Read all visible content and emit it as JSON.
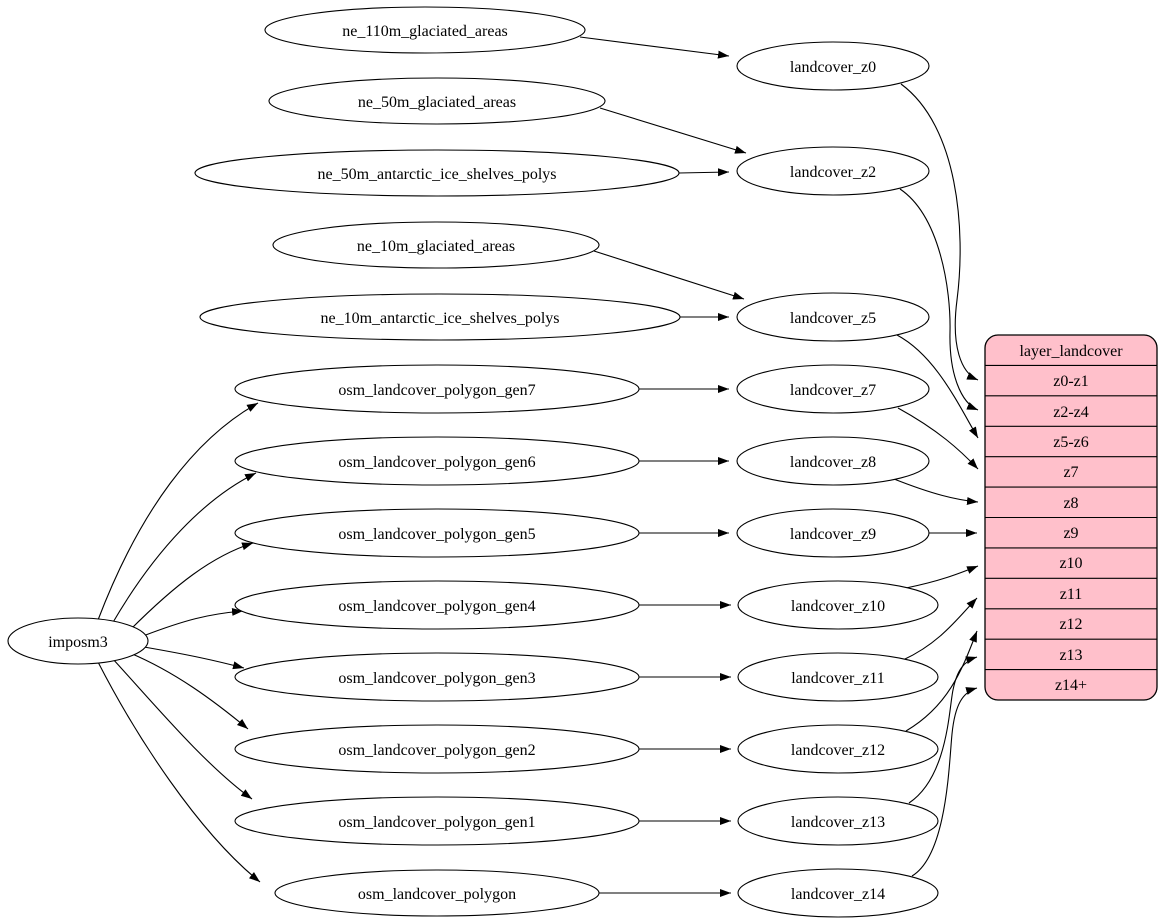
{
  "colors": {
    "background": "#ffffff",
    "node_fill": "#ffffff",
    "edge_stroke": "#000000",
    "record_fill": "#ffc0cb"
  },
  "nodes": {
    "imposm3": {
      "label": "imposm3"
    },
    "ne_110m_glaciated_areas": {
      "label": "ne_110m_glaciated_areas"
    },
    "ne_50m_glaciated_areas": {
      "label": "ne_50m_glaciated_areas"
    },
    "ne_50m_antarctic_ice_shelves_polys": {
      "label": "ne_50m_antarctic_ice_shelves_polys"
    },
    "ne_10m_glaciated_areas": {
      "label": "ne_10m_glaciated_areas"
    },
    "ne_10m_antarctic_ice_shelves_polys": {
      "label": "ne_10m_antarctic_ice_shelves_polys"
    },
    "osm_landcover_polygon_gen7": {
      "label": "osm_landcover_polygon_gen7"
    },
    "osm_landcover_polygon_gen6": {
      "label": "osm_landcover_polygon_gen6"
    },
    "osm_landcover_polygon_gen5": {
      "label": "osm_landcover_polygon_gen5"
    },
    "osm_landcover_polygon_gen4": {
      "label": "osm_landcover_polygon_gen4"
    },
    "osm_landcover_polygon_gen3": {
      "label": "osm_landcover_polygon_gen3"
    },
    "osm_landcover_polygon_gen2": {
      "label": "osm_landcover_polygon_gen2"
    },
    "osm_landcover_polygon_gen1": {
      "label": "osm_landcover_polygon_gen1"
    },
    "osm_landcover_polygon": {
      "label": "osm_landcover_polygon"
    },
    "landcover_z0": {
      "label": "landcover_z0"
    },
    "landcover_z2": {
      "label": "landcover_z2"
    },
    "landcover_z5": {
      "label": "landcover_z5"
    },
    "landcover_z7": {
      "label": "landcover_z7"
    },
    "landcover_z8": {
      "label": "landcover_z8"
    },
    "landcover_z9": {
      "label": "landcover_z9"
    },
    "landcover_z10": {
      "label": "landcover_z10"
    },
    "landcover_z11": {
      "label": "landcover_z11"
    },
    "landcover_z12": {
      "label": "landcover_z12"
    },
    "landcover_z13": {
      "label": "landcover_z13"
    },
    "landcover_z14": {
      "label": "landcover_z14"
    }
  },
  "table": {
    "title": "layer_landcover",
    "rows": [
      "z0-z1",
      "z2-z4",
      "z5-z6",
      "z7",
      "z8",
      "z9",
      "z10",
      "z11",
      "z12",
      "z13",
      "z14+"
    ]
  },
  "edges": [
    {
      "from": "imposm3",
      "to": "osm_landcover_polygon_gen7"
    },
    {
      "from": "imposm3",
      "to": "osm_landcover_polygon_gen6"
    },
    {
      "from": "imposm3",
      "to": "osm_landcover_polygon_gen5"
    },
    {
      "from": "imposm3",
      "to": "osm_landcover_polygon_gen4"
    },
    {
      "from": "imposm3",
      "to": "osm_landcover_polygon_gen3"
    },
    {
      "from": "imposm3",
      "to": "osm_landcover_polygon_gen2"
    },
    {
      "from": "imposm3",
      "to": "osm_landcover_polygon_gen1"
    },
    {
      "from": "imposm3",
      "to": "osm_landcover_polygon"
    },
    {
      "from": "ne_110m_glaciated_areas",
      "to": "landcover_z0"
    },
    {
      "from": "ne_50m_glaciated_areas",
      "to": "landcover_z2"
    },
    {
      "from": "ne_50m_antarctic_ice_shelves_polys",
      "to": "landcover_z2"
    },
    {
      "from": "ne_10m_glaciated_areas",
      "to": "landcover_z5"
    },
    {
      "from": "ne_10m_antarctic_ice_shelves_polys",
      "to": "landcover_z5"
    },
    {
      "from": "osm_landcover_polygon_gen7",
      "to": "landcover_z7"
    },
    {
      "from": "osm_landcover_polygon_gen6",
      "to": "landcover_z8"
    },
    {
      "from": "osm_landcover_polygon_gen5",
      "to": "landcover_z9"
    },
    {
      "from": "osm_landcover_polygon_gen4",
      "to": "landcover_z10"
    },
    {
      "from": "osm_landcover_polygon_gen3",
      "to": "landcover_z11"
    },
    {
      "from": "osm_landcover_polygon_gen2",
      "to": "landcover_z12"
    },
    {
      "from": "osm_landcover_polygon_gen1",
      "to": "landcover_z13"
    },
    {
      "from": "osm_landcover_polygon",
      "to": "landcover_z14"
    },
    {
      "from": "landcover_z0",
      "to": "layer_landcover:z0-z1"
    },
    {
      "from": "landcover_z2",
      "to": "layer_landcover:z2-z4"
    },
    {
      "from": "landcover_z5",
      "to": "layer_landcover:z5-z6"
    },
    {
      "from": "landcover_z7",
      "to": "layer_landcover:z7"
    },
    {
      "from": "landcover_z8",
      "to": "layer_landcover:z8"
    },
    {
      "from": "landcover_z9",
      "to": "layer_landcover:z9"
    },
    {
      "from": "landcover_z10",
      "to": "layer_landcover:z10"
    },
    {
      "from": "landcover_z11",
      "to": "layer_landcover:z11"
    },
    {
      "from": "landcover_z12",
      "to": "layer_landcover:z12"
    },
    {
      "from": "landcover_z13",
      "to": "layer_landcover:z13"
    },
    {
      "from": "landcover_z14",
      "to": "layer_landcover:z14+"
    }
  ]
}
